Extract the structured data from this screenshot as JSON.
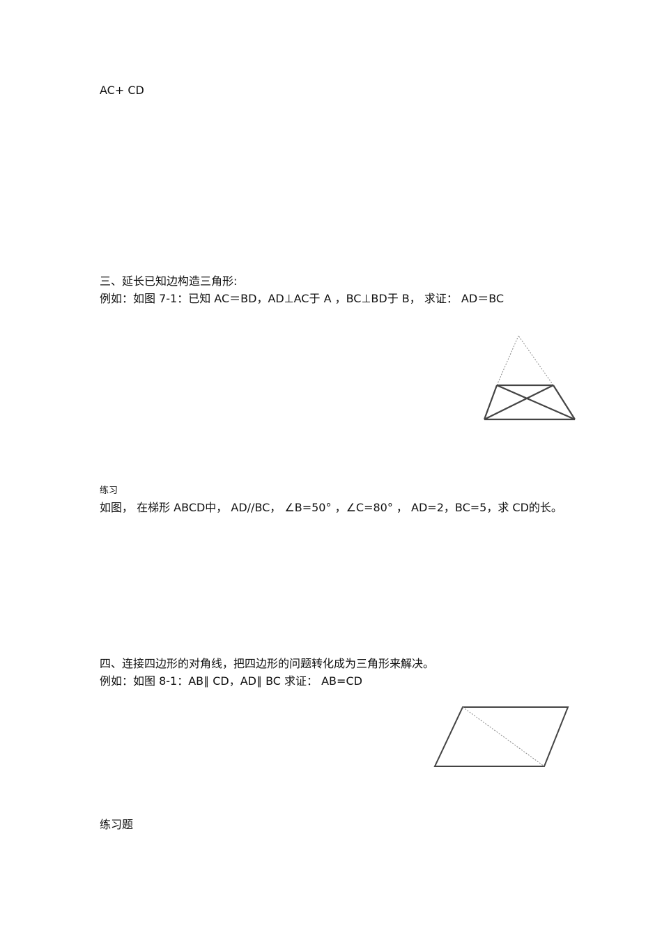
{
  "lines": {
    "ac_cd": "AC+ CD",
    "section3_title": "三、延长已知边构造三角形:",
    "example7": "例如：如图  7-1：已知  AC＝BD，AD⊥AC于 A ，BC⊥BD于 B，    求证：  AD＝BC",
    "practice_label": "练习",
    "practice_problem": "如图，  在梯形  ABCD中，  AD//BC，  ∠B=50° ，∠C=80° ，  AD=2，BC=5，求 CD的长。",
    "section4_title": "四、连接四边形的对角线，把四边形的问题转化成为三角形来解决。",
    "example8": "例如：如图  8-1：AB∥ CD，AD∥ BC       求证：  AB=CD",
    "exercises_label": "练习题"
  }
}
